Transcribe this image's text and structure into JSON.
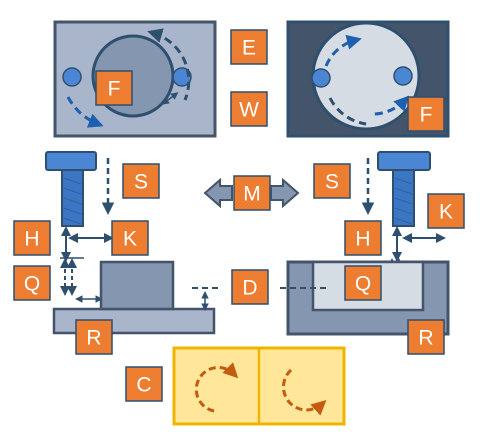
{
  "labels": {
    "E": "E",
    "W": "W",
    "F_left": "F",
    "F_right": "F",
    "S_left": "S",
    "S_right": "S",
    "M": "M",
    "H_left": "H",
    "H_right": "H",
    "K_left": "K",
    "K_right": "K",
    "Q_left": "Q",
    "Q_right": "Q",
    "D": "D",
    "R_left": "R",
    "R_right": "R",
    "C": "C"
  },
  "colors": {
    "label_fill": "#ED7D31",
    "label_stroke": "#2F4F6F",
    "steel_fill": "#A9B5CB",
    "steel_dark": "#8496B0",
    "outline": "#44546A",
    "blue_part": "#4A86D4",
    "arrow_dark": "#2F4F6F",
    "brake_fill": "#FFE699",
    "brake_stroke": "#F0B400",
    "brake_arrow": "#C55A11"
  }
}
